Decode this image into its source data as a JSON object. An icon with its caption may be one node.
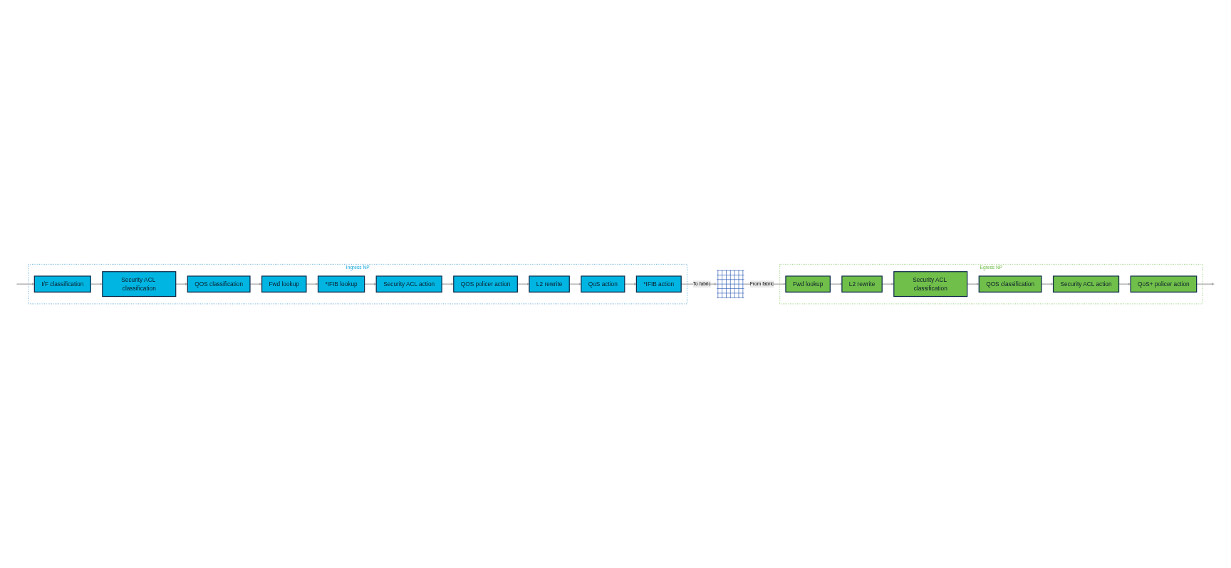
{
  "diagram": {
    "nodes": [
      {
        "text": [
          "Ingress NP"
        ]
      },
      {
        "text": [
          "I/F classification"
        ],
        "in": 0
      },
      {
        "text": [
          "Security ACL classification"
        ],
        "in": 0
      },
      {
        "text": [
          "QOS classification"
        ],
        "in": 0
      },
      {
        "text": [
          "Fwd lookup"
        ],
        "in": 0
      },
      {
        "text": [
          "*IFIB lookup"
        ],
        "in": 0
      },
      {
        "text": [
          "Security ACL action"
        ],
        "in": 0
      },
      {
        "text": [
          "QOS policer action"
        ],
        "in": 0
      },
      {
        "text": [
          "L2 rewrite"
        ],
        "in": 0
      },
      {
        "text": [
          "QoS action"
        ],
        "in": 0
      },
      {
        "text": [
          "*IFIB action"
        ],
        "in": 0
      },
      {
        "text": [],
        "shape": "picture"
      },
      {
        "text": [
          "Egress NP"
        ]
      },
      {
        "text": [
          "Fwd lookup"
        ],
        "in": 12
      },
      {
        "text": [
          "L2 rewrite"
        ],
        "in": 12
      },
      {
        "text": [
          "Security ACL classification"
        ],
        "in": 12
      },
      {
        "text": [
          "QOS classification"
        ],
        "in": 12
      },
      {
        "text": [
          "Security ACL action"
        ],
        "in": 12
      },
      {
        "text": [
          "QoS+ policer action"
        ],
        "in": 12
      }
    ],
    "edges": [
      {
        "from": null,
        "to": 1,
        "arrow": "to"
      },
      {
        "from": 1,
        "to": 2,
        "arrow": "to"
      },
      {
        "from": 2,
        "to": 3,
        "arrow": "to"
      },
      {
        "from": 3,
        "to": 4,
        "arrow": "to"
      },
      {
        "from": 4,
        "to": 5,
        "arrow": "to"
      },
      {
        "from": 5,
        "to": 6,
        "arrow": "to"
      },
      {
        "from": 6,
        "to": 7,
        "arrow": "to"
      },
      {
        "from": 7,
        "to": 8,
        "arrow": "to"
      },
      {
        "from": 8,
        "to": 9,
        "arrow": "to"
      },
      {
        "from": 9,
        "to": 10,
        "arrow": "to"
      },
      {
        "from": 10,
        "to": 11,
        "label": "To fabric",
        "arrow": "to"
      },
      {
        "from": 11,
        "to": 13,
        "label": "From fabric",
        "arrow": "to"
      },
      {
        "from": 13,
        "to": 14,
        "arrow": "to"
      },
      {
        "from": 14,
        "to": 15,
        "arrow": "to"
      },
      {
        "from": 15,
        "to": 16,
        "arrow": "to"
      },
      {
        "from": 16,
        "to": 17,
        "arrow": "to"
      },
      {
        "from": 17,
        "to": 18,
        "arrow": "to"
      },
      {
        "from": 18,
        "to": null,
        "arrow": "to"
      }
    ]
  }
}
